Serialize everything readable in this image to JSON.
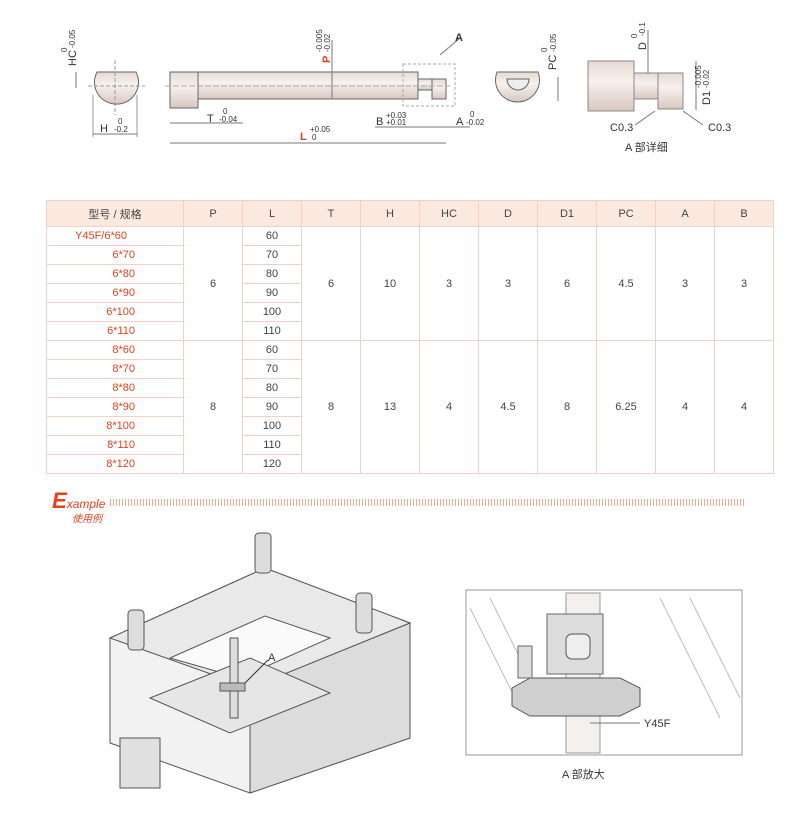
{
  "drawing": {
    "hc_label": "HC",
    "hc_tol_upper": "0",
    "hc_tol_lower": "-0.05",
    "h_label": "H",
    "h_tol_upper": "0",
    "h_tol_lower": "-0.2",
    "p_label": "P",
    "p_tol_upper": "-0.005",
    "p_tol_lower": "-0.02",
    "t_label": "T",
    "t_tol_upper": "0",
    "t_tol_lower": "-0.04",
    "l_label": "L",
    "l_tol_upper": "+0.05",
    "l_tol_lower": "0",
    "b_label": "B",
    "b_tol_upper": "+0.03",
    "b_tol_lower": "+0.01",
    "a_label": "A",
    "a_tol_upper": "0",
    "a_tol_lower": "-0.02",
    "detail_marker": "A",
    "pc_label": "PC",
    "pc_tol_upper": "0",
    "pc_tol_lower": "-0.05",
    "d_label": "D",
    "d_tol_upper": "0",
    "d_tol_lower": "-0.1",
    "d1_label": "D1",
    "d1_tol_upper": "-0.005",
    "d1_tol_lower": "-0.02",
    "chamfer_left": "C0.3",
    "chamfer_right": "C0.3",
    "detail_caption": "A 部详细"
  },
  "table": {
    "headers": [
      "型号 / 规格",
      "P",
      "L",
      "T",
      "H",
      "HC",
      "D",
      "D1",
      "PC",
      "A",
      "B"
    ],
    "groups": [
      {
        "models": [
          "Y45F/6*60",
          "6*70",
          "6*80",
          "6*90",
          "6*100",
          "6*110"
        ],
        "L": [
          "60",
          "70",
          "80",
          "90",
          "100",
          "110"
        ],
        "P": "6",
        "T": "6",
        "H": "10",
        "HC": "3",
        "D": "3",
        "D1": "6",
        "PC": "4.5",
        "A": "3",
        "B": "3"
      },
      {
        "models": [
          "8*60",
          "8*70",
          "8*80",
          "8*90",
          "8*100",
          "8*110",
          "8*120"
        ],
        "L": [
          "60",
          "70",
          "80",
          "90",
          "100",
          "110",
          "120"
        ],
        "P": "8",
        "T": "8",
        "H": "13",
        "HC": "4",
        "D": "4.5",
        "D1": "8",
        "PC": "6.25",
        "A": "4",
        "B": "4"
      }
    ]
  },
  "example": {
    "e": "E",
    "word": "xample",
    "cn": "使用例"
  },
  "illustration": {
    "marker": "A",
    "part_label": "Y45F",
    "caption": "A 部放大"
  }
}
